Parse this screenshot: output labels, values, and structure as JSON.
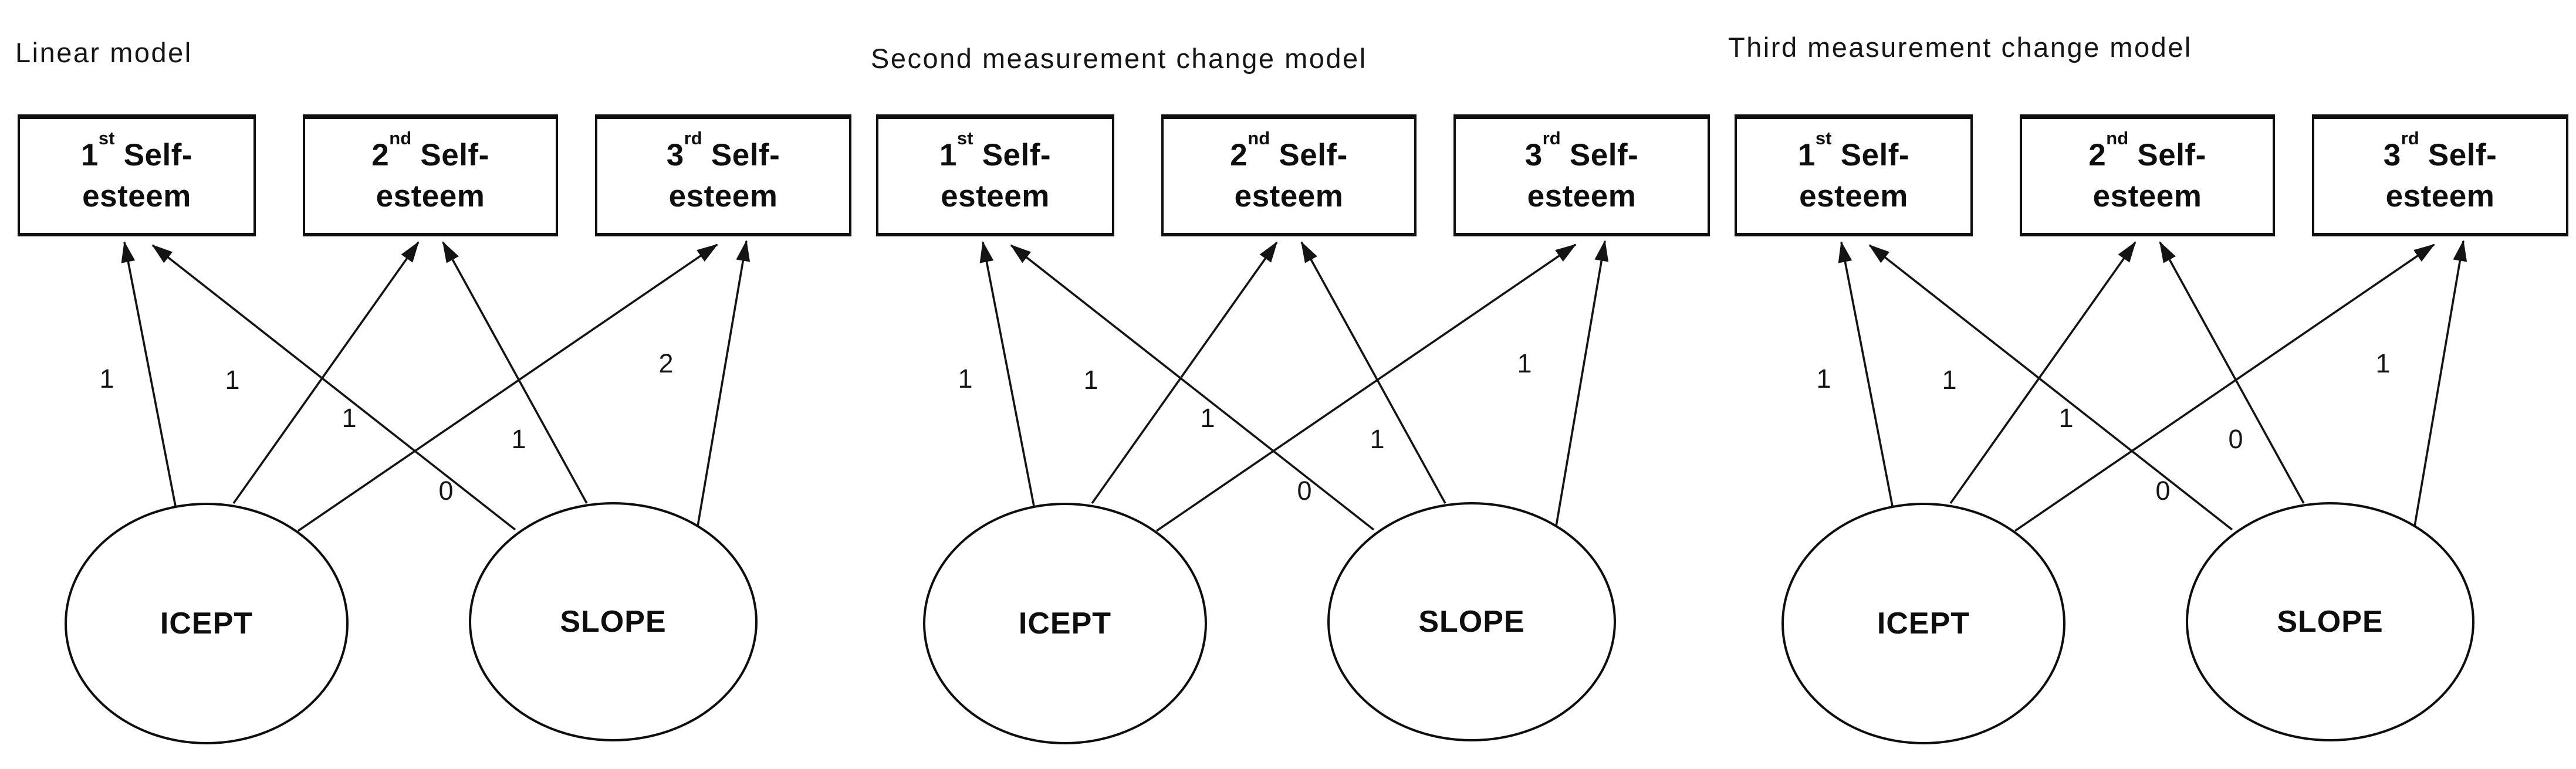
{
  "colors": {
    "ink": "#141414",
    "background": "#ffffff"
  },
  "models": [
    {
      "title": "Linear model",
      "boxes": [
        {
          "num": "1",
          "ord": "st",
          "rest": " Self-",
          "line2": "esteem"
        },
        {
          "num": "2",
          "ord": "nd",
          "rest": " Self-",
          "line2": "esteem"
        },
        {
          "num": "3",
          "ord": "rd",
          "rest": " Self-",
          "line2": "esteem"
        }
      ],
      "latents": [
        {
          "label": "ICEPT"
        },
        {
          "label": "SLOPE"
        }
      ],
      "loadings": {
        "icept": [
          "1",
          "1",
          "1"
        ],
        "slope": [
          "0",
          "1",
          "2"
        ]
      }
    },
    {
      "title": "Second measurement change model",
      "boxes": [
        {
          "num": "1",
          "ord": "st",
          "rest": " Self-",
          "line2": "esteem"
        },
        {
          "num": "2",
          "ord": "nd",
          "rest": " Self-",
          "line2": "esteem"
        },
        {
          "num": "3",
          "ord": "rd",
          "rest": " Self-",
          "line2": "esteem"
        }
      ],
      "latents": [
        {
          "label": "ICEPT"
        },
        {
          "label": "SLOPE"
        }
      ],
      "loadings": {
        "icept": [
          "1",
          "1",
          "1"
        ],
        "slope": [
          "0",
          "1",
          "1"
        ]
      }
    },
    {
      "title": "Third measurement change model",
      "boxes": [
        {
          "num": "1",
          "ord": "st",
          "rest": " Self-",
          "line2": "esteem"
        },
        {
          "num": "2",
          "ord": "nd",
          "rest": " Self-",
          "line2": "esteem"
        },
        {
          "num": "3",
          "ord": "rd",
          "rest": " Self-",
          "line2": "esteem"
        }
      ],
      "latents": [
        {
          "label": "ICEPT"
        },
        {
          "label": "SLOPE"
        }
      ],
      "loadings": {
        "icept": [
          "1",
          "1",
          "1"
        ],
        "slope": [
          "0",
          "0",
          "1"
        ]
      }
    }
  ]
}
